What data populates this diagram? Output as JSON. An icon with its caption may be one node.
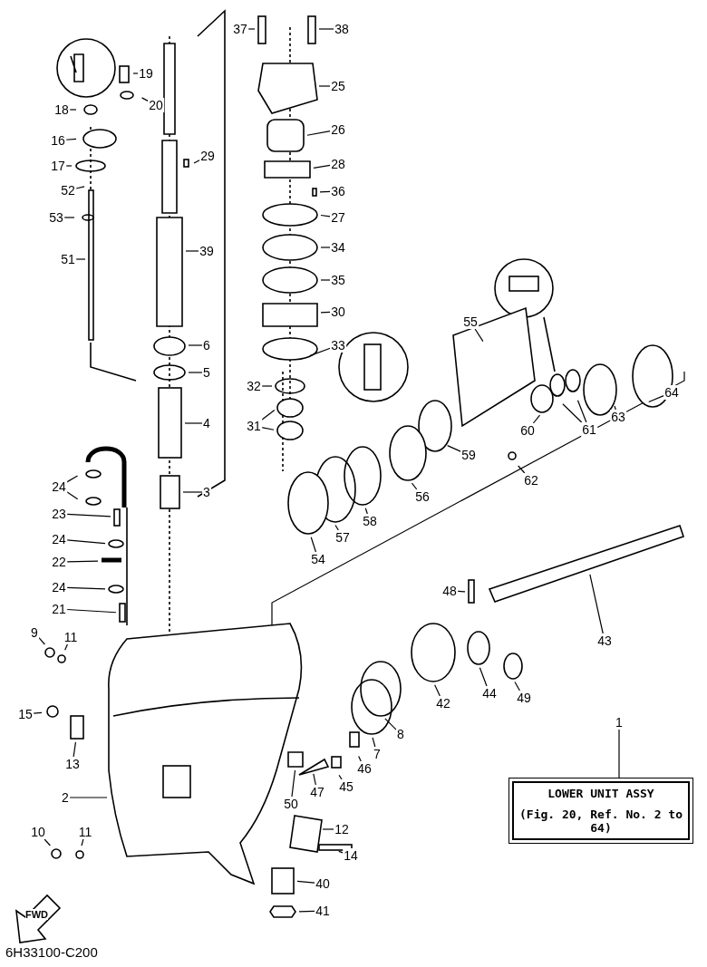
{
  "diagram": {
    "nodes": [
      {
        "text": [
          "19"
        ]
      },
      {
        "text": [
          "20"
        ]
      },
      {
        "text": [
          "18"
        ]
      },
      {
        "text": [
          "16"
        ]
      },
      {
        "text": [
          "17"
        ]
      },
      {
        "text": [
          "29"
        ]
      },
      {
        "text": [
          "52"
        ]
      },
      {
        "text": [
          "53"
        ]
      },
      {
        "text": [
          "51"
        ]
      },
      {
        "text": [
          "39"
        ]
      },
      {
        "text": [
          "37"
        ]
      },
      {
        "text": [
          "38"
        ]
      },
      {
        "text": [
          "25"
        ]
      },
      {
        "text": [
          "26"
        ]
      },
      {
        "text": [
          "28"
        ]
      },
      {
        "text": [
          "36"
        ]
      },
      {
        "text": [
          "27"
        ]
      },
      {
        "text": [
          "34"
        ]
      },
      {
        "text": [
          "35"
        ]
      },
      {
        "text": [
          "30"
        ]
      },
      {
        "text": [
          "33"
        ]
      },
      {
        "text": [
          "6"
        ]
      },
      {
        "text": [
          "5"
        ]
      },
      {
        "text": [
          "32"
        ]
      },
      {
        "text": [
          "31"
        ]
      },
      {
        "text": [
          "4"
        ]
      },
      {
        "text": [
          "3"
        ]
      },
      {
        "text": [
          "24"
        ]
      },
      {
        "text": [
          "23"
        ]
      },
      {
        "text": [
          "24"
        ]
      },
      {
        "text": [
          "22"
        ]
      },
      {
        "text": [
          "24"
        ]
      },
      {
        "text": [
          "21"
        ]
      },
      {
        "text": [
          "9"
        ]
      },
      {
        "text": [
          "11"
        ]
      },
      {
        "text": [
          "15"
        ]
      },
      {
        "text": [
          "13"
        ]
      },
      {
        "text": [
          "2"
        ]
      },
      {
        "text": [
          "10"
        ]
      },
      {
        "text": [
          "11"
        ]
      },
      {
        "text": [
          "55"
        ]
      },
      {
        "text": [
          "60"
        ]
      },
      {
        "text": [
          "61"
        ]
      },
      {
        "text": [
          "62"
        ]
      },
      {
        "text": [
          "63"
        ]
      },
      {
        "text": [
          "64"
        ]
      },
      {
        "text": [
          "59"
        ]
      },
      {
        "text": [
          "56"
        ]
      },
      {
        "text": [
          "58"
        ]
      },
      {
        "text": [
          "57"
        ]
      },
      {
        "text": [
          "54"
        ]
      },
      {
        "text": [
          "48"
        ]
      },
      {
        "text": [
          "43"
        ]
      },
      {
        "text": [
          "44"
        ]
      },
      {
        "text": [
          "49"
        ]
      },
      {
        "text": [
          "42"
        ]
      },
      {
        "text": [
          "8"
        ]
      },
      {
        "text": [
          "7"
        ]
      },
      {
        "text": [
          "46"
        ]
      },
      {
        "text": [
          "45"
        ]
      },
      {
        "text": [
          "47"
        ]
      },
      {
        "text": [
          "50"
        ]
      },
      {
        "text": [
          "12"
        ]
      },
      {
        "text": [
          "14"
        ]
      },
      {
        "text": [
          "40"
        ]
      },
      {
        "text": [
          "41"
        ]
      },
      {
        "text": [
          "1"
        ]
      },
      {
        "text": [
          "LOWER UNIT ASSY",
          "(Fig. 20, Ref. No. 2 to 64)"
        ]
      }
    ],
    "edges": [
      {
        "from": 0,
        "to": null,
        "arrow": "none"
      },
      {
        "from": 1,
        "to": null,
        "arrow": "none"
      },
      {
        "from": 2,
        "to": null,
        "arrow": "none"
      },
      {
        "from": 3,
        "to": null,
        "arrow": "none"
      },
      {
        "from": 4,
        "to": null,
        "arrow": "none"
      },
      {
        "from": 5,
        "to": null,
        "arrow": "none"
      },
      {
        "from": 6,
        "to": null,
        "arrow": "none"
      },
      {
        "from": 7,
        "to": null,
        "arrow": "none"
      },
      {
        "from": 8,
        "to": null,
        "arrow": "none"
      },
      {
        "from": 9,
        "to": null,
        "arrow": "none"
      },
      {
        "from": 10,
        "to": null,
        "arrow": "none"
      },
      {
        "from": 11,
        "to": null,
        "arrow": "none"
      },
      {
        "from": 12,
        "to": null,
        "arrow": "none"
      },
      {
        "from": 13,
        "to": null,
        "arrow": "none"
      },
      {
        "from": 14,
        "to": null,
        "arrow": "none"
      },
      {
        "from": 15,
        "to": null,
        "arrow": "none"
      },
      {
        "from": 16,
        "to": null,
        "arrow": "none"
      },
      {
        "from": 17,
        "to": null,
        "arrow": "none"
      },
      {
        "from": 18,
        "to": null,
        "arrow": "none"
      },
      {
        "from": 19,
        "to": null,
        "arrow": "none"
      },
      {
        "from": 20,
        "to": null,
        "arrow": "none"
      },
      {
        "from": 21,
        "to": null,
        "arrow": "none"
      },
      {
        "from": 22,
        "to": null,
        "arrow": "none"
      },
      {
        "from": 23,
        "to": null,
        "arrow": "none"
      },
      {
        "from": 24,
        "to": null,
        "arrow": "none"
      },
      {
        "from": 24,
        "to": null,
        "arrow": "none"
      },
      {
        "from": 25,
        "to": null,
        "arrow": "none"
      },
      {
        "from": 26,
        "to": null,
        "arrow": "none"
      },
      {
        "from": 27,
        "to": null,
        "arrow": "none"
      },
      {
        "from": 27,
        "to": null,
        "arrow": "none"
      },
      {
        "from": 28,
        "to": null,
        "arrow": "none"
      },
      {
        "from": 29,
        "to": null,
        "arrow": "none"
      },
      {
        "from": 30,
        "to": null,
        "arrow": "none"
      },
      {
        "from": 31,
        "to": null,
        "arrow": "none"
      },
      {
        "from": 32,
        "to": null,
        "arrow": "none"
      },
      {
        "from": 33,
        "to": null,
        "arrow": "none"
      },
      {
        "from": 34,
        "to": null,
        "arrow": "none"
      },
      {
        "from": 35,
        "to": null,
        "arrow": "none"
      },
      {
        "from": 36,
        "to": null,
        "arrow": "none"
      },
      {
        "from": 37,
        "to": null,
        "arrow": "none"
      },
      {
        "from": 38,
        "to": null,
        "arrow": "none"
      },
      {
        "from": 39,
        "to": null,
        "arrow": "none"
      },
      {
        "from": 40,
        "to": null,
        "arrow": "none"
      },
      {
        "from": 41,
        "to": null,
        "arrow": "none"
      },
      {
        "from": 42,
        "to": null,
        "arrow": "none"
      },
      {
        "from": 42,
        "to": null,
        "arrow": "none"
      },
      {
        "from": 43,
        "to": null,
        "arrow": "none"
      },
      {
        "from": 44,
        "to": null,
        "arrow": "none"
      },
      {
        "from": 45,
        "to": null,
        "arrow": "none"
      },
      {
        "from": 46,
        "to": null,
        "arrow": "none"
      },
      {
        "from": 47,
        "to": null,
        "arrow": "none"
      },
      {
        "from": 48,
        "to": null,
        "arrow": "none"
      },
      {
        "from": 49,
        "to": null,
        "arrow": "none"
      },
      {
        "from": 50,
        "to": null,
        "arrow": "none"
      },
      {
        "from": 51,
        "to": null,
        "arrow": "none"
      },
      {
        "from": 52,
        "to": null,
        "arrow": "none"
      },
      {
        "from": 53,
        "to": null,
        "arrow": "none"
      },
      {
        "from": 54,
        "to": null,
        "arrow": "none"
      },
      {
        "from": 55,
        "to": null,
        "arrow": "none"
      },
      {
        "from": 56,
        "to": null,
        "arrow": "none"
      },
      {
        "from": 57,
        "to": null,
        "arrow": "none"
      },
      {
        "from": 58,
        "to": null,
        "arrow": "none"
      },
      {
        "from": 59,
        "to": null,
        "arrow": "none"
      },
      {
        "from": 60,
        "to": null,
        "arrow": "none"
      },
      {
        "from": 61,
        "to": null,
        "arrow": "none"
      },
      {
        "from": 62,
        "to": null,
        "arrow": "none"
      },
      {
        "from": 63,
        "to": null,
        "arrow": "none"
      },
      {
        "from": 64,
        "to": null,
        "arrow": "none"
      },
      {
        "from": 65,
        "to": null,
        "arrow": "none"
      },
      {
        "from": 66,
        "to": 67,
        "arrow": "none"
      }
    ],
    "labels": [
      "FWD",
      "6H33100-C200"
    ]
  }
}
